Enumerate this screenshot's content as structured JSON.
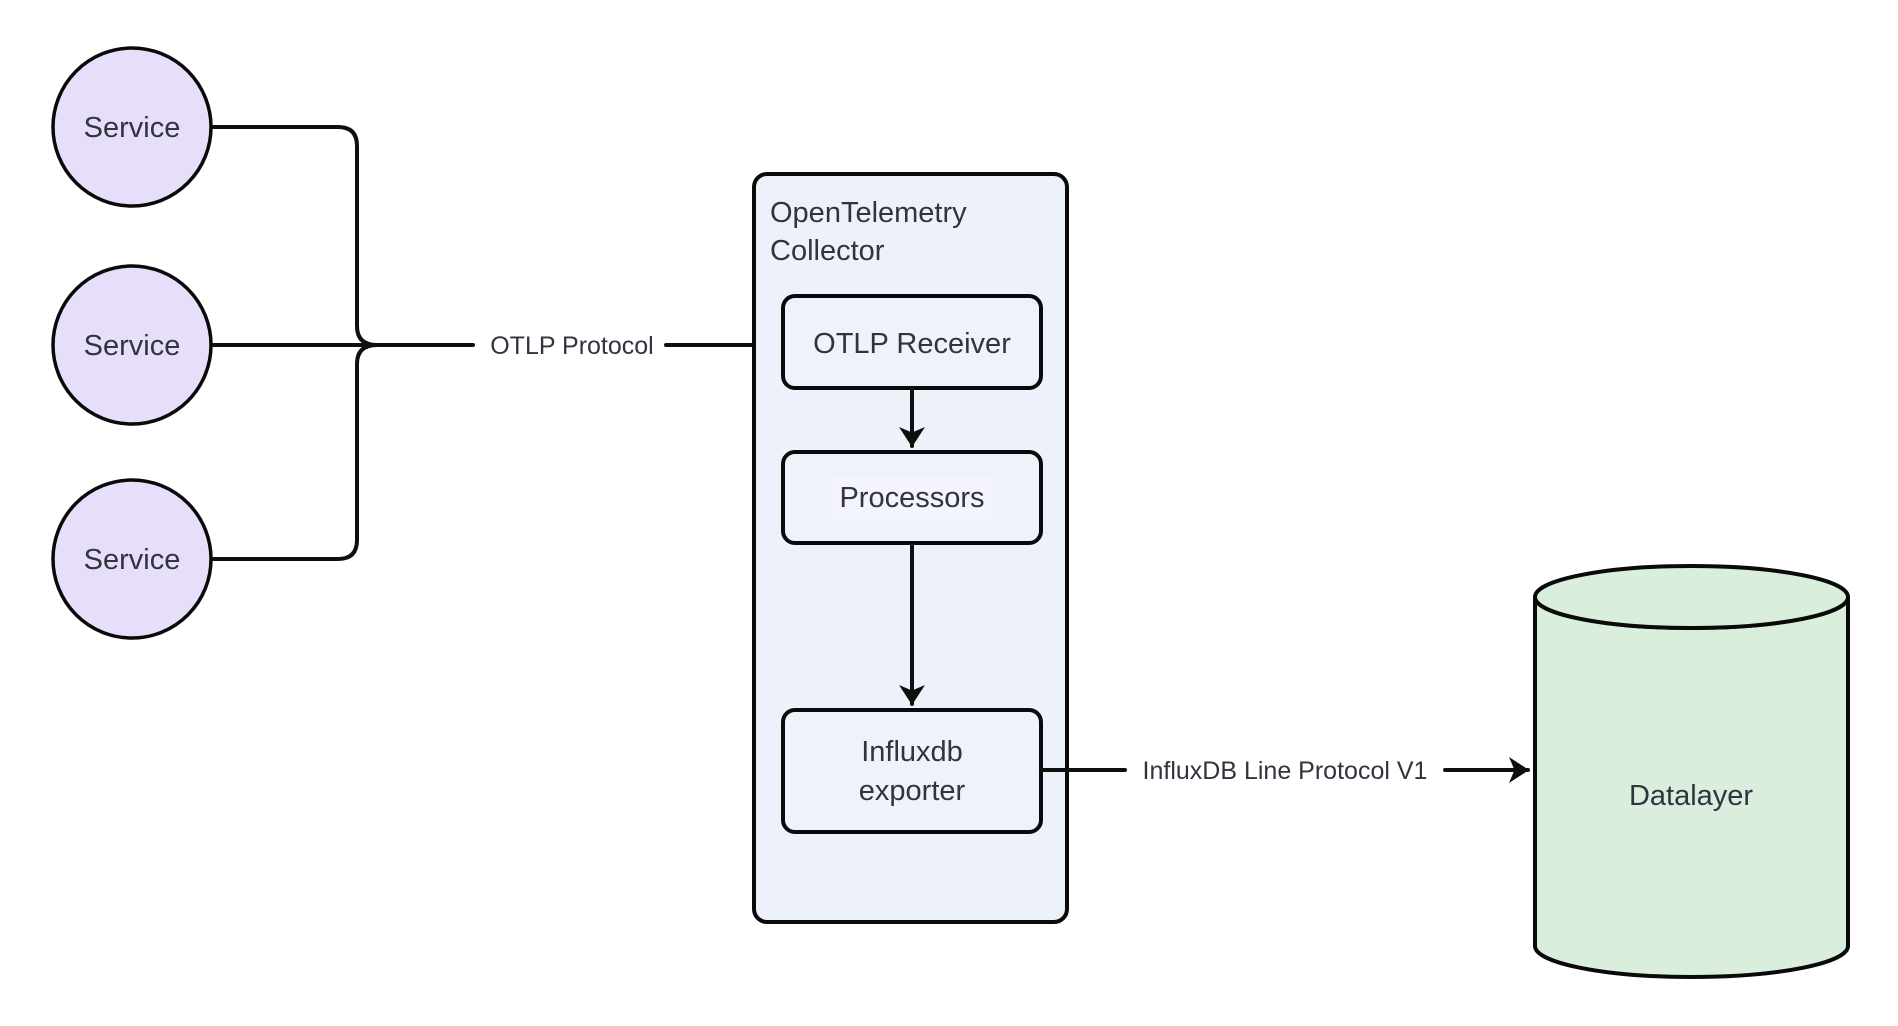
{
  "theme": {
    "background": "#ffffff",
    "node_stroke": "#0a0a0a",
    "edge_color": "#0f0f0f",
    "text_color": "#31343f",
    "service_fill": "#e7dff9",
    "collector_fill": "#edf1fa",
    "inner_box_fill": "#eef2fb",
    "cylinder_fill": "#d9eedc"
  },
  "nodes": {
    "services": [
      {
        "label": "Service"
      },
      {
        "label": "Service"
      },
      {
        "label": "Service"
      }
    ],
    "collector": {
      "title_lines": [
        "OpenTelemetry",
        "Collector"
      ],
      "children": {
        "receiver": {
          "label": "OTLP Receiver"
        },
        "processors": {
          "label": "Processors"
        },
        "exporter": {
          "lines": [
            "Influxdb",
            "exporter"
          ]
        }
      }
    },
    "datalayer": {
      "label": "Datalayer"
    }
  },
  "edges": {
    "otlp": {
      "label": "OTLP Protocol"
    },
    "influx": {
      "label": "InfluxDB Line Protocol V1"
    }
  }
}
